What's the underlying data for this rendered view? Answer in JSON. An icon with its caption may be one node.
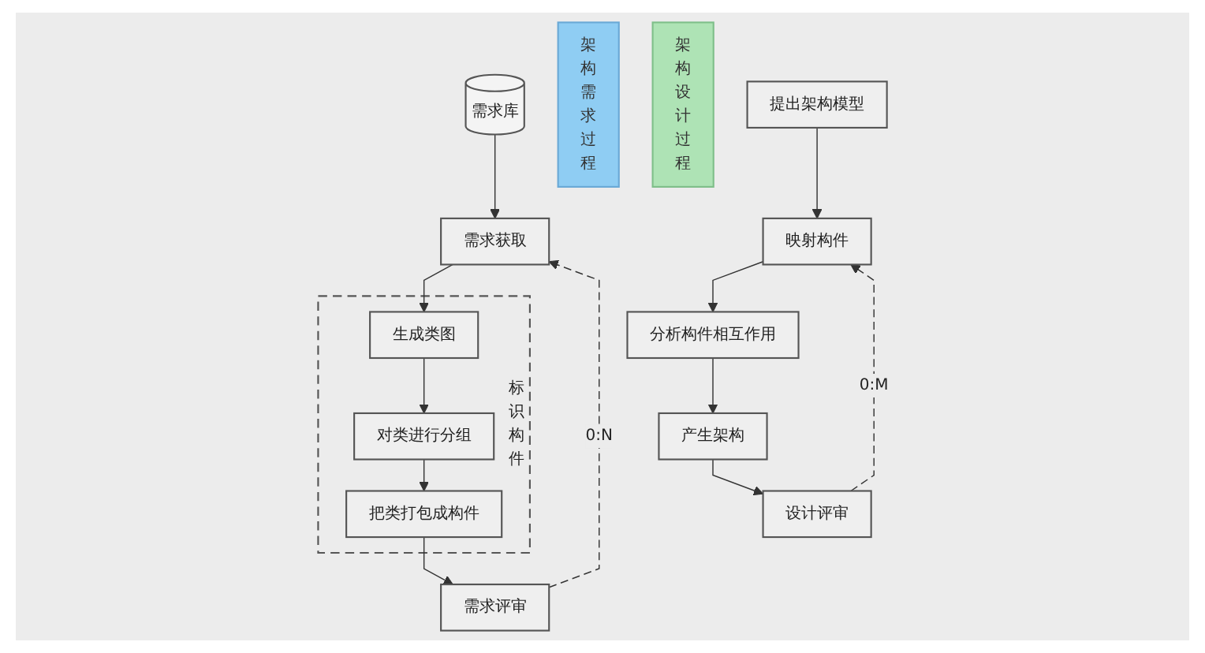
{
  "diagram": {
    "nodes": [
      {
        "text": [
          "需求获取"
        ]
      },
      {
        "text": [
          "需求库"
        ]
      },
      {
        "text": [
          "标识构件"
        ]
      },
      {
        "text": [
          "生成类图"
        ],
        "in": 2
      },
      {
        "text": [
          "对类进行分组"
        ],
        "in": 2
      },
      {
        "text": [
          "把类打包成构件"
        ],
        "in": 2
      },
      {
        "text": [
          "需求评审"
        ]
      },
      {
        "text": [
          "架构需求过程"
        ]
      },
      {
        "text": [
          "架构设计过程"
        ]
      },
      {
        "text": [
          "提出架构模型"
        ]
      },
      {
        "text": [
          "映射构件"
        ]
      },
      {
        "text": [
          "分析构件相互作用"
        ]
      },
      {
        "text": [
          "产生架构"
        ]
      },
      {
        "text": [
          "设计评审"
        ]
      }
    ],
    "edges": [
      {
        "from": 1,
        "to": 0,
        "arrow": "to"
      },
      {
        "from": 0,
        "to": 3,
        "arrow": "to"
      },
      {
        "from": 3,
        "to": 4,
        "arrow": "to"
      },
      {
        "from": 4,
        "to": 5,
        "arrow": "to"
      },
      {
        "from": 5,
        "to": 6,
        "arrow": "to"
      },
      {
        "from": 6,
        "to": 0,
        "arrow": "to",
        "label": "0:N",
        "style": "dashed"
      },
      {
        "from": 9,
        "to": 10,
        "arrow": "to"
      },
      {
        "from": 10,
        "to": 11,
        "arrow": "to"
      },
      {
        "from": 11,
        "to": 12,
        "arrow": "to"
      },
      {
        "from": 12,
        "to": 13,
        "arrow": "to"
      },
      {
        "from": 13,
        "to": 10,
        "arrow": "to",
        "label": "0:M",
        "style": "dashed"
      }
    ]
  }
}
